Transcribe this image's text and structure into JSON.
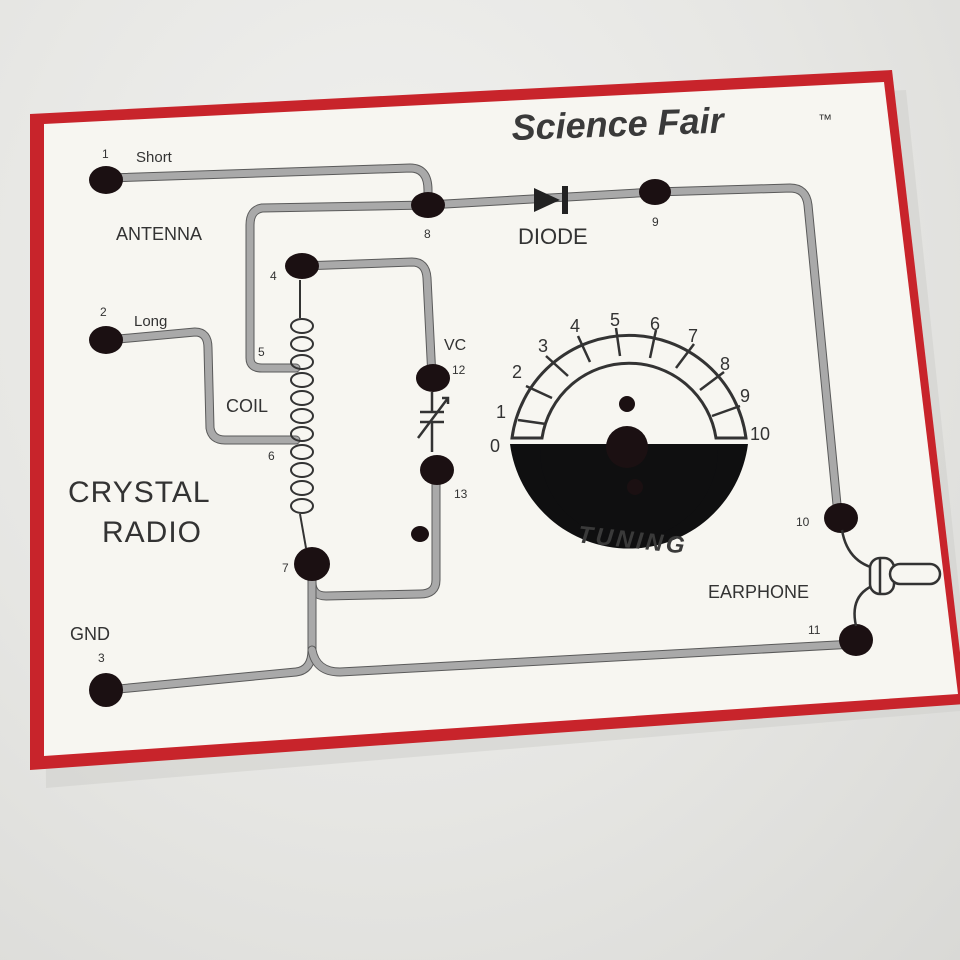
{
  "brand": {
    "name": "Science Fair",
    "mark": "™"
  },
  "title": {
    "line1": "CRYSTAL",
    "line2": "RADIO"
  },
  "labels": {
    "antenna": "ANTENNA",
    "short": "Short",
    "long": "Long",
    "coil": "COIL",
    "vc": "VC",
    "diode": "DIODE",
    "earphone": "EARPHONE",
    "gnd": "GND",
    "tuning": "TUNING"
  },
  "terminals": [
    "1",
    "2",
    "3",
    "4",
    "5",
    "6",
    "7",
    "8",
    "9",
    "10",
    "11",
    "12",
    "13"
  ],
  "dial_scale": [
    "0",
    "1",
    "2",
    "3",
    "4",
    "5",
    "6",
    "7",
    "8",
    "9",
    "10"
  ],
  "colors": {
    "frame": "#c8242b",
    "panel": "#f7f6f1",
    "ink": "#1b1012",
    "trace": "#a9a9a9"
  },
  "icons": [
    "diode-symbol-icon",
    "coil-symbol-icon",
    "variable-capacitor-icon",
    "earphone-icon"
  ]
}
